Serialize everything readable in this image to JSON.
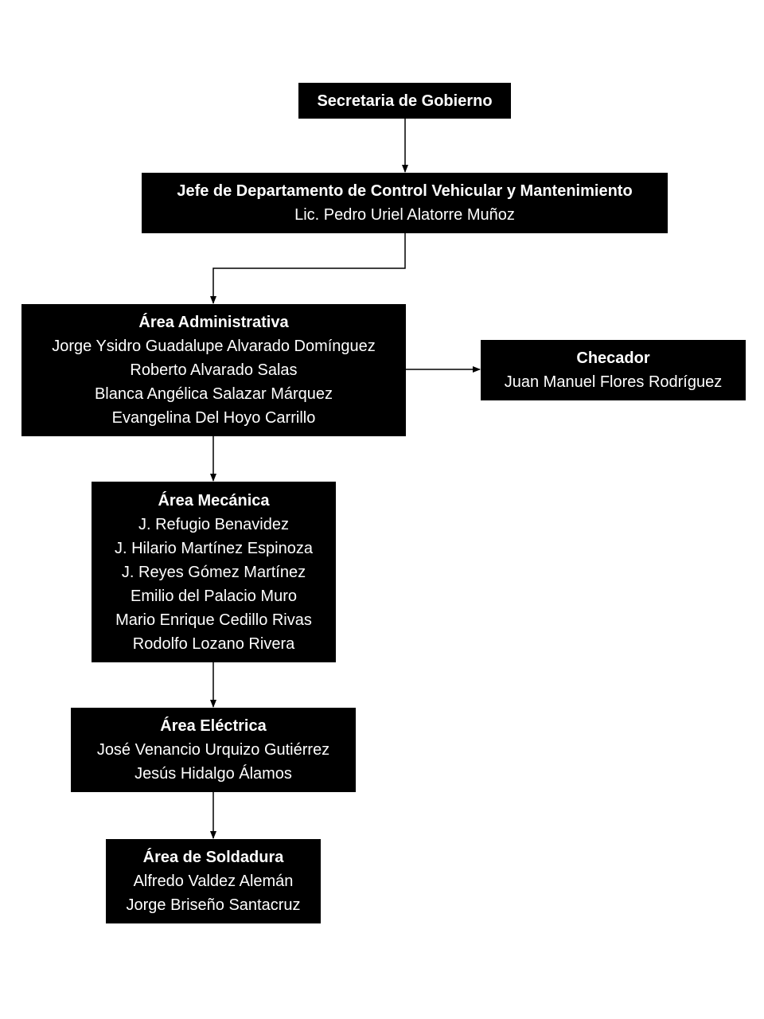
{
  "nodes": {
    "secretaria": {
      "title": "Secretaria de Gobierno",
      "members": []
    },
    "jefe": {
      "title": "Jefe de Departamento de Control Vehicular y Mantenimiento",
      "members": [
        "Lic. Pedro Uriel Alatorre Muñoz"
      ]
    },
    "administrativa": {
      "title": "Área Administrativa",
      "members": [
        "Jorge Ysidro Guadalupe Alvarado Domínguez",
        "Roberto Alvarado Salas",
        "Blanca Angélica Salazar Márquez",
        "Evangelina Del Hoyo Carrillo"
      ]
    },
    "checador": {
      "title": "Checador",
      "members": [
        "Juan Manuel Flores Rodríguez"
      ]
    },
    "mecanica": {
      "title": "Área Mecánica",
      "members": [
        "J. Refugio Benavidez",
        "J. Hilario Martínez Espinoza",
        "J. Reyes Gómez Martínez",
        "Emilio del Palacio Muro",
        "Mario Enrique Cedillo Rivas",
        "Rodolfo Lozano Rivera"
      ]
    },
    "electrica": {
      "title": "Área Eléctrica",
      "members": [
        "José Venancio Urquizo Gutiérrez",
        "Jesús Hidalgo Álamos"
      ]
    },
    "soldadura": {
      "title": "Área de Soldadura",
      "members": [
        "Alfredo Valdez Alemán",
        "Jorge Briseño Santacruz"
      ]
    }
  },
  "colors": {
    "box_background": "#000000",
    "box_text": "#ffffff",
    "connector": "#000000",
    "page_background": "#ffffff"
  }
}
